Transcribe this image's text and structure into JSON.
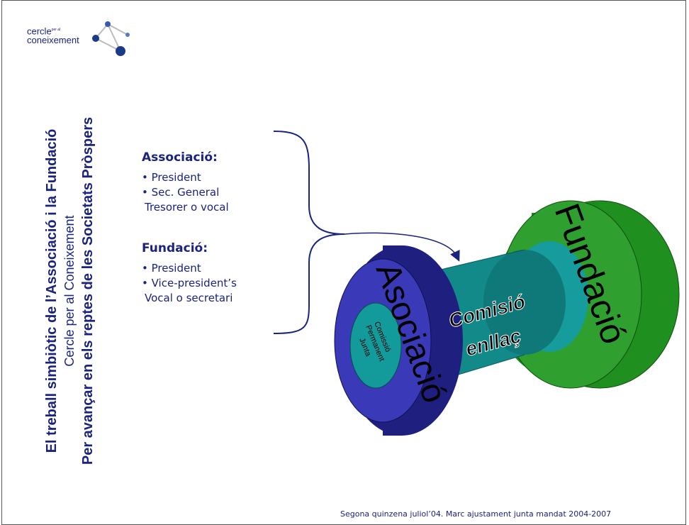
{
  "logo": {
    "line1": "cercle",
    "line1_small": "per al",
    "line2": "coneixement"
  },
  "title": {
    "line1": "El treball simbiòtic de l’Associació i la Fundació",
    "line2": "Cercle per al Coneixement",
    "line3": "Per avançar en els reptes de les Societats Pròspers"
  },
  "associacio": {
    "heading": "Associació:",
    "items": [
      "• President",
      "• Sec. General",
      " Tresorer o vocal"
    ]
  },
  "fundacio": {
    "heading": "Fundació:",
    "items": [
      "• President",
      "• Vice-president’s",
      " Vocal o secretari"
    ]
  },
  "diagram": {
    "left_disc": "Asociació",
    "inner_lines": [
      "Comissió",
      "Permanent",
      "Junta"
    ],
    "cylinder_lines": [
      "Comisió",
      "enllaç"
    ],
    "right_disc": "Fundació"
  },
  "colors": {
    "text": "#1a237e",
    "blue_disc": "#2e2ea0",
    "teal": "#138a8a",
    "green_disc": "#1f8f1f"
  },
  "footer": "Segona quinzena juliol’04. Marc ajustament junta mandat 2004-2007"
}
